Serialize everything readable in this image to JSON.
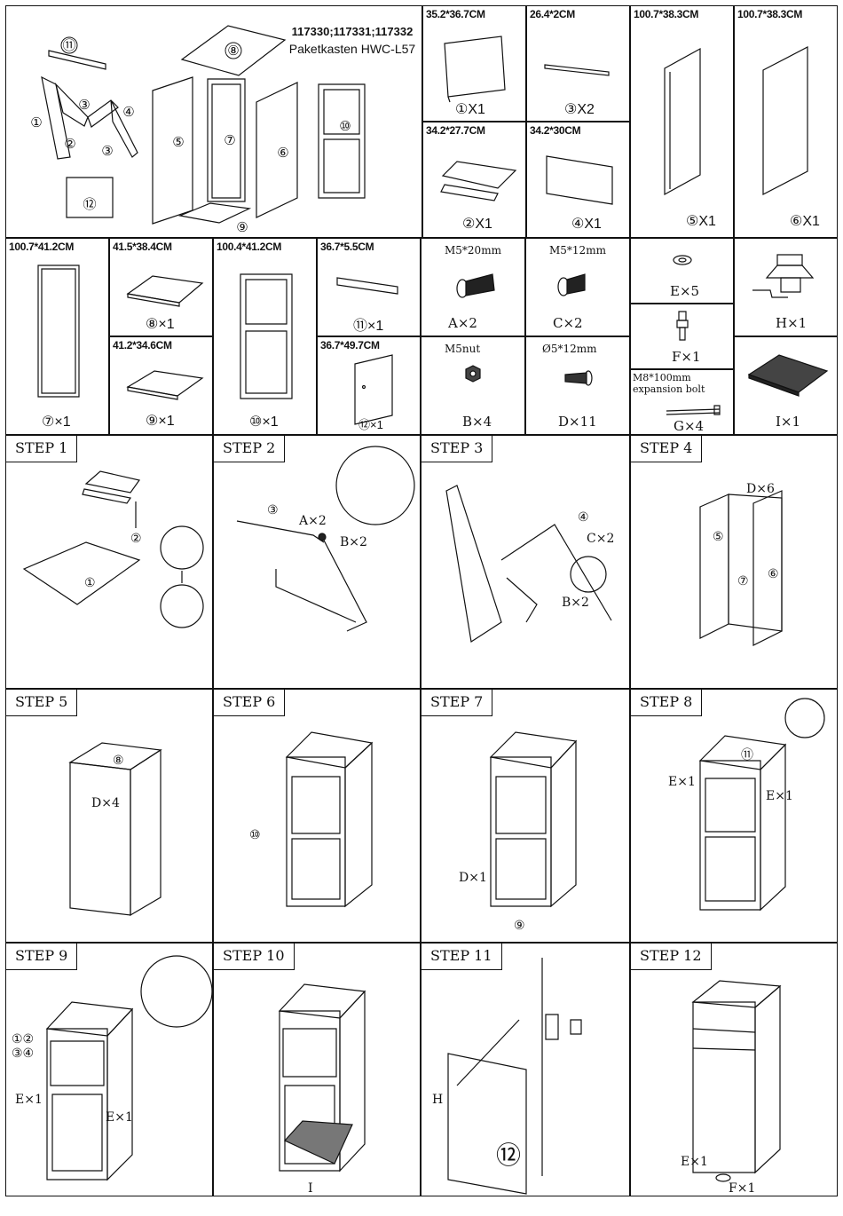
{
  "header": {
    "model_codes": "117330;117331;117332",
    "product_name": "Paketkasten HWC-L57"
  },
  "overview_labels": [
    "⑪",
    "⑧",
    "③",
    "④",
    "①",
    "②",
    "③",
    "⑤",
    "⑦",
    "⑥",
    "⑩",
    "⑫",
    "⑨"
  ],
  "parts": {
    "p1": {
      "dim": "35.2*36.7CM",
      "label": "①X1"
    },
    "p3": {
      "dim": "26.4*2CM",
      "label": "③X2"
    },
    "p5": {
      "dim": "100.7*38.3CM",
      "label": "⑤X1"
    },
    "p6": {
      "dim": "100.7*38.3CM",
      "label": "⑥X1"
    },
    "p2": {
      "dim": "34.2*27.7CM",
      "label": "②X1"
    },
    "p4": {
      "dim": "34.2*30CM",
      "label": "④X1"
    },
    "p7": {
      "dim": "100.7*41.2CM",
      "label": "⑦×1"
    },
    "p8": {
      "dim": "41.5*38.4CM",
      "label": "⑧×1"
    },
    "p9": {
      "dim": "41.2*34.6CM",
      "label": "⑨×1"
    },
    "p10": {
      "dim": "100.4*41.2CM",
      "label": "⑩×1"
    },
    "p11": {
      "dim": "36.7*5.5CM",
      "label": "⑪×1"
    },
    "p12": {
      "dim": "36.7*49.7CM",
      "label": "⑫×1"
    }
  },
  "hardware": {
    "A": {
      "spec": "M5*20mm",
      "label": "A×2"
    },
    "C": {
      "spec": "M5*12mm",
      "label": "C×2"
    },
    "B": {
      "spec": "M5nut",
      "label": "B×4"
    },
    "D": {
      "spec": "Ø5*12mm",
      "label": "D×11"
    },
    "E": {
      "label": "E×5"
    },
    "F": {
      "label": "F×1"
    },
    "G": {
      "spec": "M8*100mm expansion bolt",
      "label": "G×4"
    },
    "H": {
      "label": "H×1"
    },
    "I": {
      "label": "I×1"
    }
  },
  "steps": {
    "s1": {
      "title": "STEP 1",
      "labels": [
        "②",
        "①"
      ]
    },
    "s2": {
      "title": "STEP 2",
      "labels": [
        "③",
        "A×2",
        "B×2"
      ]
    },
    "s3": {
      "title": "STEP 3",
      "labels": [
        "④",
        "C×2",
        "B×2"
      ]
    },
    "s4": {
      "title": "STEP 4",
      "labels": [
        "D×6",
        "⑤",
        "⑦",
        "⑥"
      ]
    },
    "s5": {
      "title": "STEP 5",
      "labels": [
        "⑧",
        "D×4"
      ]
    },
    "s6": {
      "title": "STEP 6",
      "labels": [
        "⑩"
      ]
    },
    "s7": {
      "title": "STEP 7",
      "labels": [
        "D×1",
        "⑨"
      ]
    },
    "s8": {
      "title": "STEP 8",
      "labels": [
        "⑪",
        "E×1",
        "E×1"
      ]
    },
    "s9": {
      "title": "STEP 9",
      "labels": [
        "①②",
        "③④",
        "E×1",
        "E×1"
      ]
    },
    "s10": {
      "title": "STEP 10",
      "labels": [
        "I"
      ]
    },
    "s11": {
      "title": "STEP 11",
      "labels": [
        "H",
        "⑫"
      ]
    },
    "s12": {
      "title": "STEP 12",
      "labels": [
        "E×1",
        "F×1"
      ]
    }
  }
}
